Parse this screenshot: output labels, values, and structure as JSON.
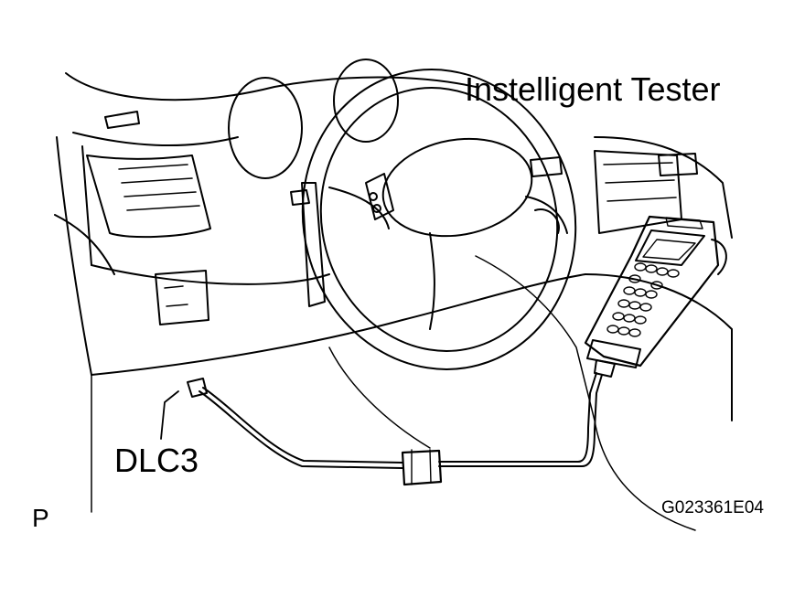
{
  "labels": {
    "tester": "Instelligent Tester",
    "connector": "DLC3",
    "corner_mark": "P",
    "figure_code": "G023361E04"
  },
  "components": {
    "steering_wheel": "steering-wheel-icon",
    "dashboard": "dashboard-icon",
    "tester_device": "handheld-tester-icon",
    "cable": "diagnostic-cable-icon",
    "connector": "dlc3-connector-icon"
  },
  "colors": {
    "line": "#000000",
    "background": "#ffffff"
  }
}
